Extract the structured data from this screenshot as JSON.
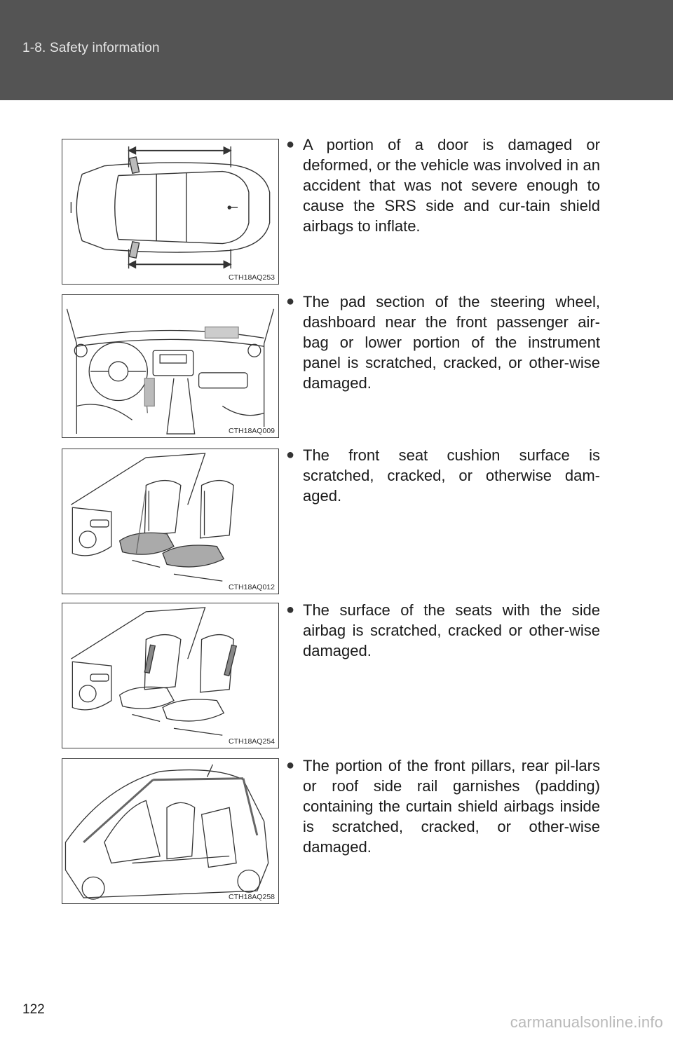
{
  "header": {
    "section_title": "1-8. Safety information"
  },
  "items": [
    {
      "figure_code": "CTH18AQ253",
      "bullet": "●",
      "text": "A portion of a door is damaged or deformed, or the vehicle was involved in an accident that was not severe enough to cause the SRS side and cur-tain shield airbags to inflate."
    },
    {
      "figure_code": "CTH18AQ009",
      "bullet": "●",
      "text": "The pad section of the steering wheel, dashboard near the front passenger air-bag or lower portion of the instrument panel is scratched, cracked, or other-wise damaged."
    },
    {
      "figure_code": "CTH18AQ012",
      "bullet": "●",
      "text": "The front seat cushion surface is scratched, cracked, or otherwise dam-aged."
    },
    {
      "figure_code": "CTH18AQ254",
      "bullet": "●",
      "text": "The surface of the seats with the side airbag is scratched, cracked or other-wise damaged."
    },
    {
      "figure_code": "CTH18AQ258",
      "bullet": "●",
      "text": "The portion of the front pillars, rear pil-lars or roof side rail garnishes (padding) containing the curtain shield airbags inside is scratched, cracked, or other-wise damaged."
    }
  ],
  "footer": {
    "page_number": "122",
    "watermark": "carmanualsonline.info"
  }
}
